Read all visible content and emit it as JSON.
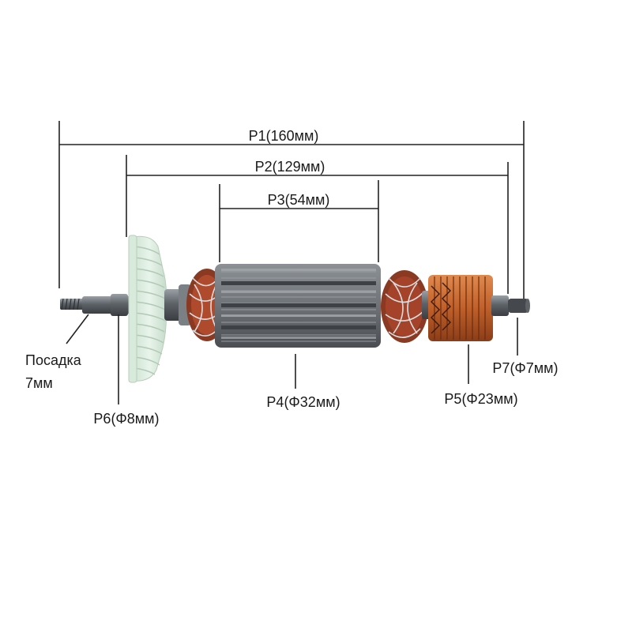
{
  "dimensions": {
    "p1": "P1(160мм)",
    "p2": "P2(129мм)",
    "p3": "P3(54мм)"
  },
  "callouts": {
    "thread_line1": "Посадка",
    "thread_line2": "7мм",
    "p4": "P4(Φ32мм)",
    "p5": "P5(Φ23мм)",
    "p6": "P6(Φ8мм)",
    "p7": "P7(Φ7мм)"
  },
  "colors": {
    "background": "#ffffff",
    "dimension_line": "#222222",
    "fan": "#dfeee2",
    "armature_core": "#6f7378",
    "commutator": "#c0602a",
    "copper_winding": "#a5432a",
    "shaft": "#5e6368"
  }
}
